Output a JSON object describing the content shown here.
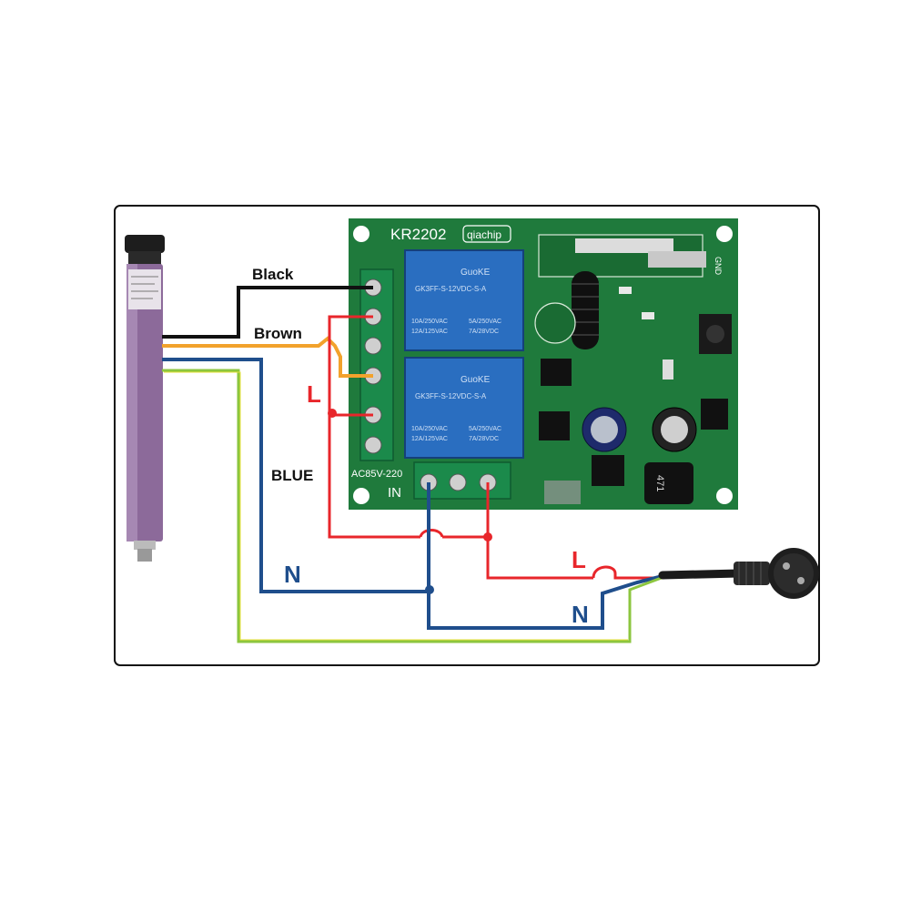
{
  "diagram": {
    "labels": {
      "black": "Black",
      "brown": "Brown",
      "blue": "BLUE",
      "live_left": "L",
      "live_right": "L",
      "neutral_left": "N",
      "neutral_right": "N"
    },
    "board": {
      "model": "KR2202",
      "brand": "qiachip",
      "relay_brand": "GuoKE",
      "relay_part": "GK3FF-S-12VDC-S-A",
      "relay_rating_1": "10A/250VAC",
      "relay_rating_2": "12A/125VAC",
      "relay_rating_3": "5A/250VAC",
      "relay_rating_4": "7A/28VDC",
      "voltage": "AC85V-220",
      "input": "IN",
      "gnd": "GND",
      "inductor": "471"
    },
    "colors": {
      "black_wire": "#111111",
      "brown_wire": "#f2a22c",
      "blue_wire": "#1f4e8c",
      "live_wire": "#e8262b",
      "earth_wire": "#8cc63f",
      "pcb": "#1f7a3c",
      "relay": "#2a6ec0",
      "motor": "#8c6a9a",
      "label_red": "#e8262b",
      "label_blue": "#1f4e8c"
    }
  }
}
